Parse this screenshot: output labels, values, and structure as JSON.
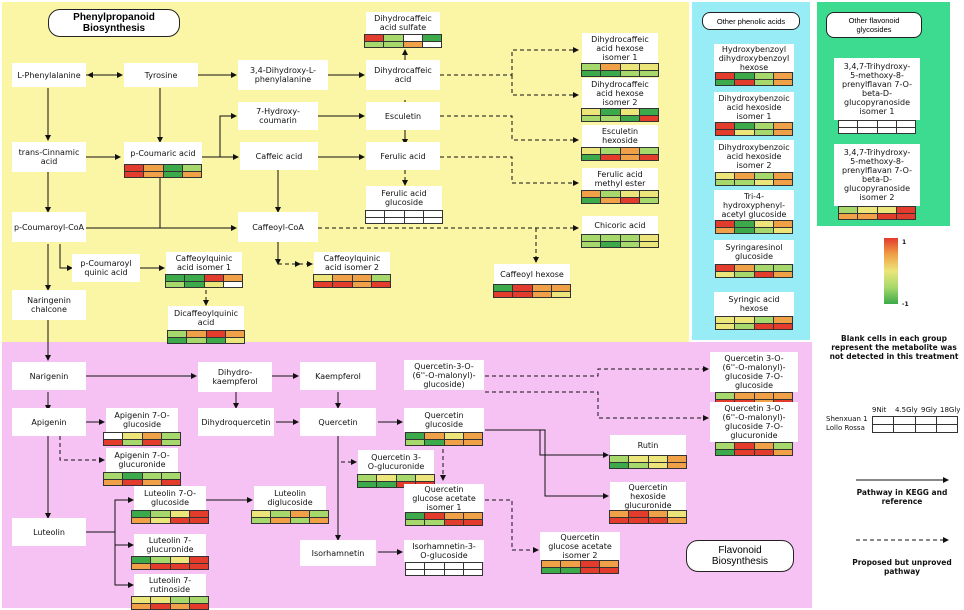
{
  "regions": {
    "phenylpropanoid": {
      "title": "Phenylpropanoid\nBiosynthesis",
      "color": "#fbf5a6"
    },
    "flavonoid": {
      "title": "Flavonoid\nBiosynthesis",
      "color": "#f6c2f3"
    },
    "phenolic": {
      "title": "Other phenolic acids",
      "color": "#98ecf5"
    },
    "glycosides": {
      "title": "Other flavonoid\nglycosides",
      "color": "#3ddb8f"
    }
  },
  "colors": {
    "red": "#e33b2c",
    "orange": "#f0a047",
    "yellow": "#ece57a",
    "lgreen": "#a6d86b",
    "green": "#3ca94a",
    "white": "#ffffff"
  },
  "nodes": [
    {
      "id": "lphe",
      "label": "L-Phenylalanine"
    },
    {
      "id": "tyr",
      "label": "Tyrosine"
    },
    {
      "id": "dopa",
      "label": "3,4-Dihydroxy-L-\nphenylalanine"
    },
    {
      "id": "dhca",
      "label": "Dihydrocaffeic\nacid"
    },
    {
      "id": "dhcas",
      "label": "Dihydrocaffeic\nacid sulfate"
    },
    {
      "id": "dhch1",
      "label": "Dihydrocaffeic\nacid hexose\nisomer 1"
    },
    {
      "id": "dhch2",
      "label": "Dihydrocaffeic\nacid hexose\nisomer 2"
    },
    {
      "id": "hcou",
      "label": "7-Hydroxy-\ncoumarin"
    },
    {
      "id": "escu",
      "label": "Esculetin"
    },
    {
      "id": "escuh",
      "label": "Esculetin\nhexoside"
    },
    {
      "id": "tcin",
      "label": "trans-Cinnamic\nacid"
    },
    {
      "id": "pcou",
      "label": "p-Coumaric acid"
    },
    {
      "id": "caff",
      "label": "Caffeic acid"
    },
    {
      "id": "feru",
      "label": "Ferulic acid"
    },
    {
      "id": "ferme",
      "label": "Ferulic acid\nmethyl ester"
    },
    {
      "id": "ferg",
      "label": "Ferulic acid\nglucoside"
    },
    {
      "id": "pcoa",
      "label": "p-Coumaroyl-CoA"
    },
    {
      "id": "cafcoa",
      "label": "Caffeoyl-CoA"
    },
    {
      "id": "chic",
      "label": "Chicoric acid"
    },
    {
      "id": "pcq",
      "label": "p-Coumaroyl\nquinic acid"
    },
    {
      "id": "cq1",
      "label": "Caffeoylquinic\nacid isomer 1"
    },
    {
      "id": "cq2",
      "label": "Caffeoylquinic\nacid isomer 2"
    },
    {
      "id": "cafh",
      "label": "Caffeoyl hexose"
    },
    {
      "id": "dicq",
      "label": "Dicaffeoylquinic\nacid"
    },
    {
      "id": "nchal",
      "label": "Naringenin\nchalcone"
    },
    {
      "id": "nar",
      "label": "Narigenin"
    },
    {
      "id": "dhk",
      "label": "Dihydro-\nkaempferol"
    },
    {
      "id": "kae",
      "label": "Kaempferol"
    },
    {
      "id": "qmg",
      "label": "Quercetin-3-O-\n(6''-O-malonyl)-\nglucoside)"
    },
    {
      "id": "qmgg",
      "label": "Quercetin 3-O-\n(6''-O-malonyl)-\nglucoside 7-O-\nglucoside"
    },
    {
      "id": "qmgu",
      "label": "Quercetin 3-O-\n(6''-O-malonyl)-\nglucoside 7-O-\nglucuronide"
    },
    {
      "id": "api",
      "label": "Apigenin"
    },
    {
      "id": "apig",
      "label": "Apigenin 7-O-\nglucoside"
    },
    {
      "id": "apigu",
      "label": "Apigenin 7-O-\nglucuronide"
    },
    {
      "id": "dhq",
      "label": "Dihydroquercetin"
    },
    {
      "id": "que",
      "label": "Quercetin"
    },
    {
      "id": "qglc",
      "label": "Quercetin\nglucoside"
    },
    {
      "id": "rut",
      "label": "Rutin"
    },
    {
      "id": "q3gu",
      "label": "Quercetin 3-\nO-glucuronide"
    },
    {
      "id": "qga1",
      "label": "Quercetin\nglucose acetate\nisomer 1"
    },
    {
      "id": "qhg",
      "label": "Quercetin\nhexoside\nglucuronide"
    },
    {
      "id": "qga2",
      "label": "Quercetin\nglucose acetate\nisomer 2"
    },
    {
      "id": "lut",
      "label": "Luteolin"
    },
    {
      "id": "lutg",
      "label": "Luteolin 7-O-\nglucoside"
    },
    {
      "id": "lutdg",
      "label": "Luteolin\ndiglucoside"
    },
    {
      "id": "lutgu",
      "label": "Luteolin 7-\nglucuronide"
    },
    {
      "id": "lutr",
      "label": "Luteolin 7-\nrutinoside"
    },
    {
      "id": "iso",
      "label": "Isorhamnetin"
    },
    {
      "id": "isog",
      "label": "Isorhamnetin-3-\nO-glucoside"
    },
    {
      "id": "hbz",
      "label": "Hydroxybenzoyl\ndihydroxybenzoyl\nhexose"
    },
    {
      "id": "dhb1",
      "label": "Dihydroxybenzoic\nacid hexoside\nisomer 1"
    },
    {
      "id": "dhb2",
      "label": "Dihydroxybenzoic\nacid hexoside\nisomer 2"
    },
    {
      "id": "tri",
      "label": "Tri-4-\nhydroxyphenyl-\nacetyl glucoside"
    },
    {
      "id": "syr",
      "label": "Syringaresinol\nglucoside"
    },
    {
      "id": "syra",
      "label": "Syringic acid\nhexose"
    },
    {
      "id": "pfg1",
      "label": "3,4,7-Trihydroxy-\n5-methoxy-8-\nprenylflavan 7-O-\nbeta-D-\nglucopyranoside\nisomer 1"
    },
    {
      "id": "pfg2",
      "label": "3,4,7-Trihydroxy-\n5-methoxy-8-\nprenylflavan 7-O-\nbeta-D-\nglucopyranoside\nisomer 2"
    }
  ],
  "heatmaps": {
    "dhcas": [
      "red",
      "lgreen",
      "white",
      "green",
      "lgreen",
      "lgreen",
      "orange",
      "white"
    ],
    "dhch1": [
      "lgreen",
      "orange",
      "yellow",
      "yellow",
      "green",
      "green",
      "lgreen",
      "lgreen"
    ],
    "dhch2": [
      "yellow",
      "green",
      "yellow",
      "green",
      "lgreen",
      "lgreen",
      "green",
      "red"
    ],
    "escuh": [
      "yellow",
      "lgreen",
      "orange",
      "lgreen",
      "green",
      "red",
      "orange",
      "red"
    ],
    "ferme": [
      "orange",
      "lgreen",
      "yellow",
      "yellow",
      "green",
      "orange",
      "red",
      "lgreen"
    ],
    "pcou": [
      "red",
      "orange",
      "green",
      "lgreen",
      "red",
      "orange",
      "green",
      "orange"
    ],
    "ferg": [
      "white",
      "white",
      "white",
      "white",
      "white",
      "white",
      "white",
      "white"
    ],
    "chic": [
      "lgreen",
      "lgreen",
      "lgreen",
      "yellow",
      "lgreen",
      "green",
      "lgreen",
      "yellow"
    ],
    "cq1": [
      "green",
      "green",
      "red",
      "orange",
      "lgreen",
      "green",
      "yellow",
      "white"
    ],
    "cq2": [
      "yellow",
      "orange",
      "orange",
      "lgreen",
      "red",
      "red",
      "orange",
      "red"
    ],
    "cafh": [
      "green",
      "red",
      "orange",
      "orange",
      "red",
      "red",
      "orange",
      "yellow"
    ],
    "dicq": [
      "lgreen",
      "orange",
      "red",
      "orange",
      "green",
      "lgreen",
      "green",
      "yellow"
    ],
    "qmgg": [
      "lgreen",
      "orange",
      "orange",
      "orange",
      "red",
      "red",
      "orange",
      "red"
    ],
    "qmgu": [
      "lgreen",
      "red",
      "orange",
      "lgreen",
      "green",
      "red",
      "red",
      "orange"
    ],
    "apig": [
      "white",
      "yellow",
      "orange",
      "lgreen",
      "red",
      "lgreen",
      "red",
      "lgreen"
    ],
    "apigu": [
      "lgreen",
      "green",
      "lgreen",
      "lgreen",
      "orange",
      "red",
      "orange",
      "red"
    ],
    "qglc": [
      "green",
      "orange",
      "yellow",
      "orange",
      "lgreen",
      "green",
      "orange",
      "orange"
    ],
    "rut": [
      "lgreen",
      "yellow",
      "yellow",
      "orange",
      "green",
      "lgreen",
      "yellow",
      "orange"
    ],
    "q3gu": [
      "lgreen",
      "yellow",
      "lgreen",
      "yellow",
      "green",
      "green",
      "red",
      "red"
    ],
    "qga1": [
      "green",
      "red",
      "orange",
      "orange",
      "lgreen",
      "lgreen",
      "red",
      "red"
    ],
    "qhg": [
      "orange",
      "red",
      "orange",
      "yellow",
      "red",
      "red",
      "red",
      "orange"
    ],
    "qga2": [
      "orange",
      "orange",
      "red",
      "orange",
      "green",
      "green",
      "red",
      "red"
    ],
    "lutg": [
      "green",
      "lgreen",
      "yellow",
      "red",
      "orange",
      "yellow",
      "red",
      "red"
    ],
    "lutdg": [
      "yellow",
      "lgreen",
      "orange",
      "lgreen",
      "lgreen",
      "orange",
      "lgreen",
      "orange"
    ],
    "lutgu": [
      "green",
      "lgreen",
      "yellow",
      "red",
      "orange",
      "red",
      "red",
      "red"
    ],
    "lutr": [
      "yellow",
      "yellow",
      "lgreen",
      "lgreen",
      "orange",
      "red",
      "orange",
      "red"
    ],
    "isog": [
      "white",
      "white",
      "white",
      "white",
      "white",
      "white",
      "white",
      "white"
    ],
    "hbz": [
      "red",
      "green",
      "lgreen",
      "orange",
      "green",
      "red",
      "lgreen",
      "orange"
    ],
    "dhb1": [
      "red",
      "green",
      "lgreen",
      "orange",
      "red",
      "yellow",
      "lgreen",
      "orange"
    ],
    "dhb2": [
      "yellow",
      "orange",
      "lgreen",
      "orange",
      "lgreen",
      "lgreen",
      "yellow",
      "orange"
    ],
    "tri": [
      "red",
      "green",
      "yellow",
      "orange",
      "orange",
      "green",
      "lgreen",
      "yellow"
    ],
    "syr": [
      "red",
      "orange",
      "lgreen",
      "lgreen",
      "yellow",
      "lgreen",
      "red",
      "orange"
    ],
    "syra": [
      "yellow",
      "yellow",
      "lgreen",
      "orange",
      "yellow",
      "lgreen",
      "red",
      "red"
    ],
    "pfg1": [
      "white",
      "white",
      "white",
      "white",
      "white",
      "white",
      "white",
      "white"
    ],
    "pfg2": [
      "lgreen",
      "yellow",
      "yellow",
      "red",
      "orange",
      "orange",
      "red",
      "red"
    ]
  },
  "legend": {
    "scale_max": "1",
    "scale_min": "-1",
    "blank_note": "Blank cells in each group\nrepresent   the metabolite was\nnot detected in this treatment",
    "columns": [
      "9Nit",
      "4.5Gly",
      "9Gly",
      "18Gly"
    ],
    "rows": [
      "Shenxuan 1",
      "Lollo Rossa"
    ],
    "solid_label": "Pathway in KEGG and\nreference",
    "dashed_label": "Proposed but unproved\npathway"
  }
}
